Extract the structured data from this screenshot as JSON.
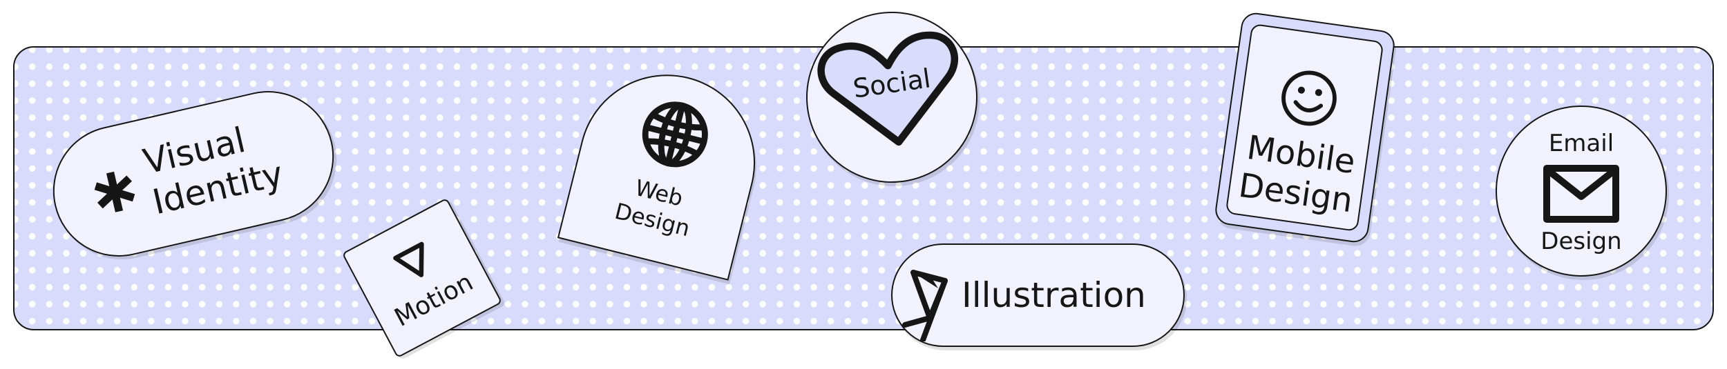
{
  "colors": {
    "canvas": "#ffffff",
    "banner_fill": "#d8dbfb",
    "banner_dots": "#ffffff",
    "sticker_fill": "#f1f2fe",
    "heart_fill": "#dadcfc",
    "outline": "#161616"
  },
  "stickers": {
    "visual_identity": {
      "line1": "Visual",
      "line2": "Identity",
      "icon": "asterisk-icon"
    },
    "motion": {
      "label": "Motion",
      "icon": "play-triangle-icon"
    },
    "web_design": {
      "line1": "Web",
      "line2": "Design",
      "icon": "globe-icon"
    },
    "social": {
      "label": "Social",
      "icon": "heart-icon"
    },
    "illustration": {
      "label": "Illustration",
      "icon": "pencil-icon"
    },
    "mobile_design": {
      "line1": "Mobile",
      "line2": "Design",
      "icon": "smiley-icon"
    },
    "email_design": {
      "line1": "Email",
      "line2": "Design",
      "icon": "envelope-icon"
    }
  }
}
